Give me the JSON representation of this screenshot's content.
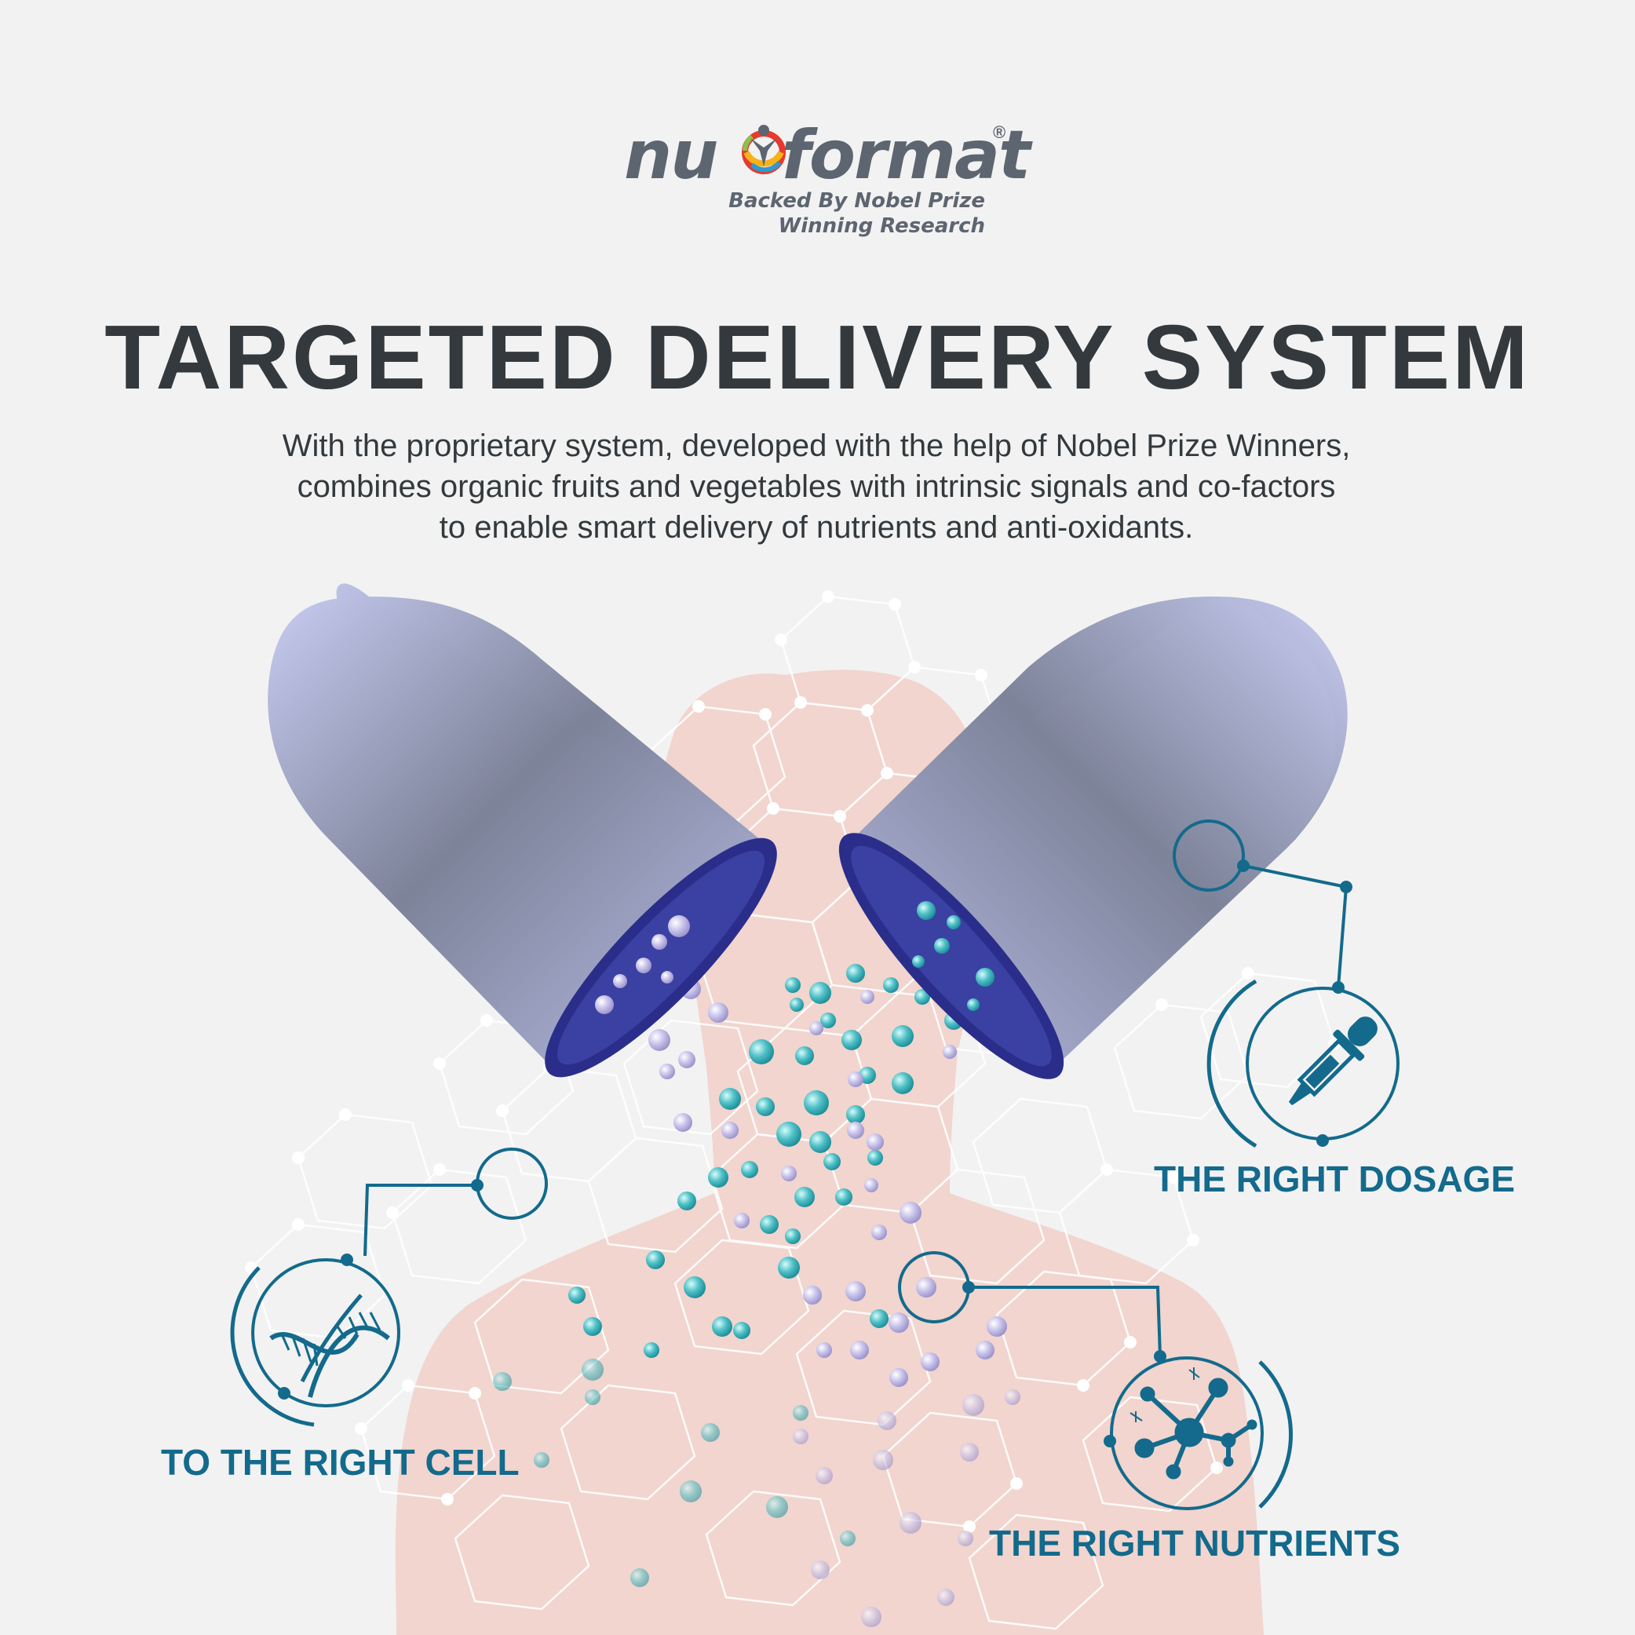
{
  "brand": {
    "name_part1": "nu",
    "name_part2": "format",
    "registered_mark": "®",
    "tagline_line1": "Backed By Nobel Prize",
    "tagline_line2": "Winning Research"
  },
  "headline": "TARGETED DELIVERY SYSTEM",
  "description": {
    "line1": "With the proprietary system, developed with the help of Nobel Prize Winners,",
    "line2": "combines organic fruits and vegetables with intrinsic signals and co-factors",
    "line3": "to enable smart delivery of nutrients and anti-oxidants."
  },
  "features": {
    "dosage": {
      "label": "THE RIGHT DOSAGE",
      "icon": "dropper-icon"
    },
    "cell": {
      "label": "TO THE RIGHT CELL",
      "icon": "dna-icon"
    },
    "nutrients": {
      "label": "THE RIGHT NUTRIENTS",
      "icon": "molecule-icon"
    }
  },
  "colors": {
    "background": "#f2f2f2",
    "heading": "#33393d",
    "accent_teal": "#136a8c",
    "silhouette": "#f1d5ce",
    "capsule": "#8a92b8"
  }
}
